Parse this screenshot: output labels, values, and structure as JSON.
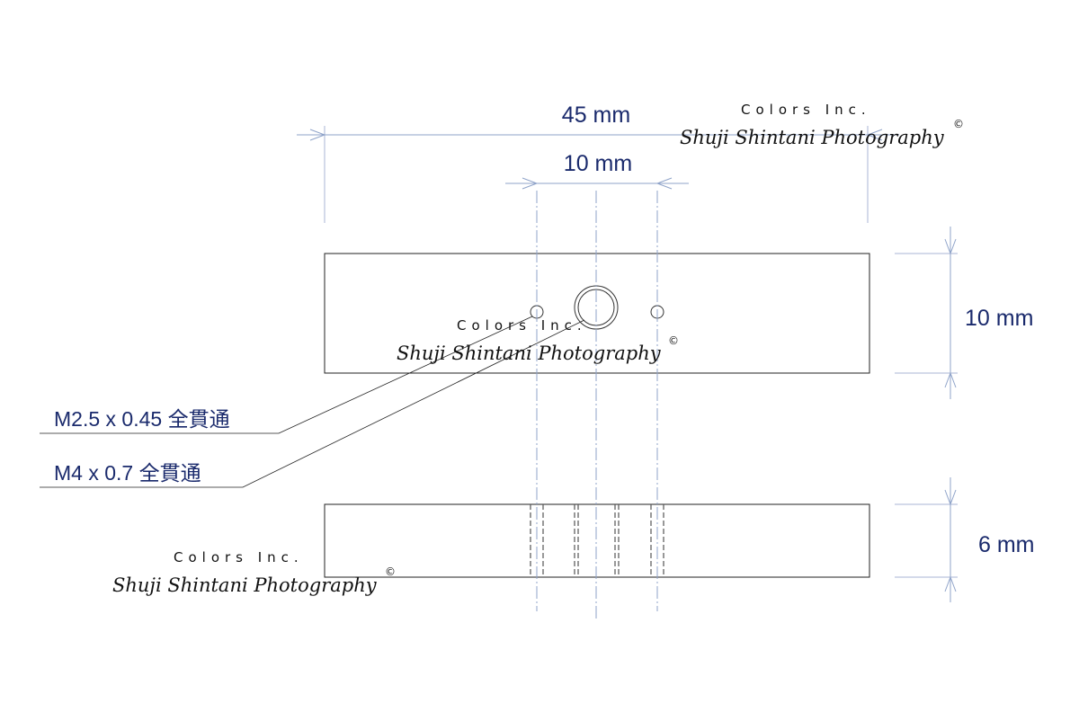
{
  "dimensions": {
    "overall_width": "45 mm",
    "hole_spacing": "10 mm",
    "top_view_height": "10 mm",
    "thickness": "6 mm"
  },
  "callouts": {
    "small_hole": "M2.5 x 0.45 全貫通",
    "center_hole": "M4 x 0.7 全貫通"
  },
  "watermark": {
    "company": "Colors Inc.",
    "signature": "Shuji Shintani Photography",
    "copyright": "©"
  }
}
